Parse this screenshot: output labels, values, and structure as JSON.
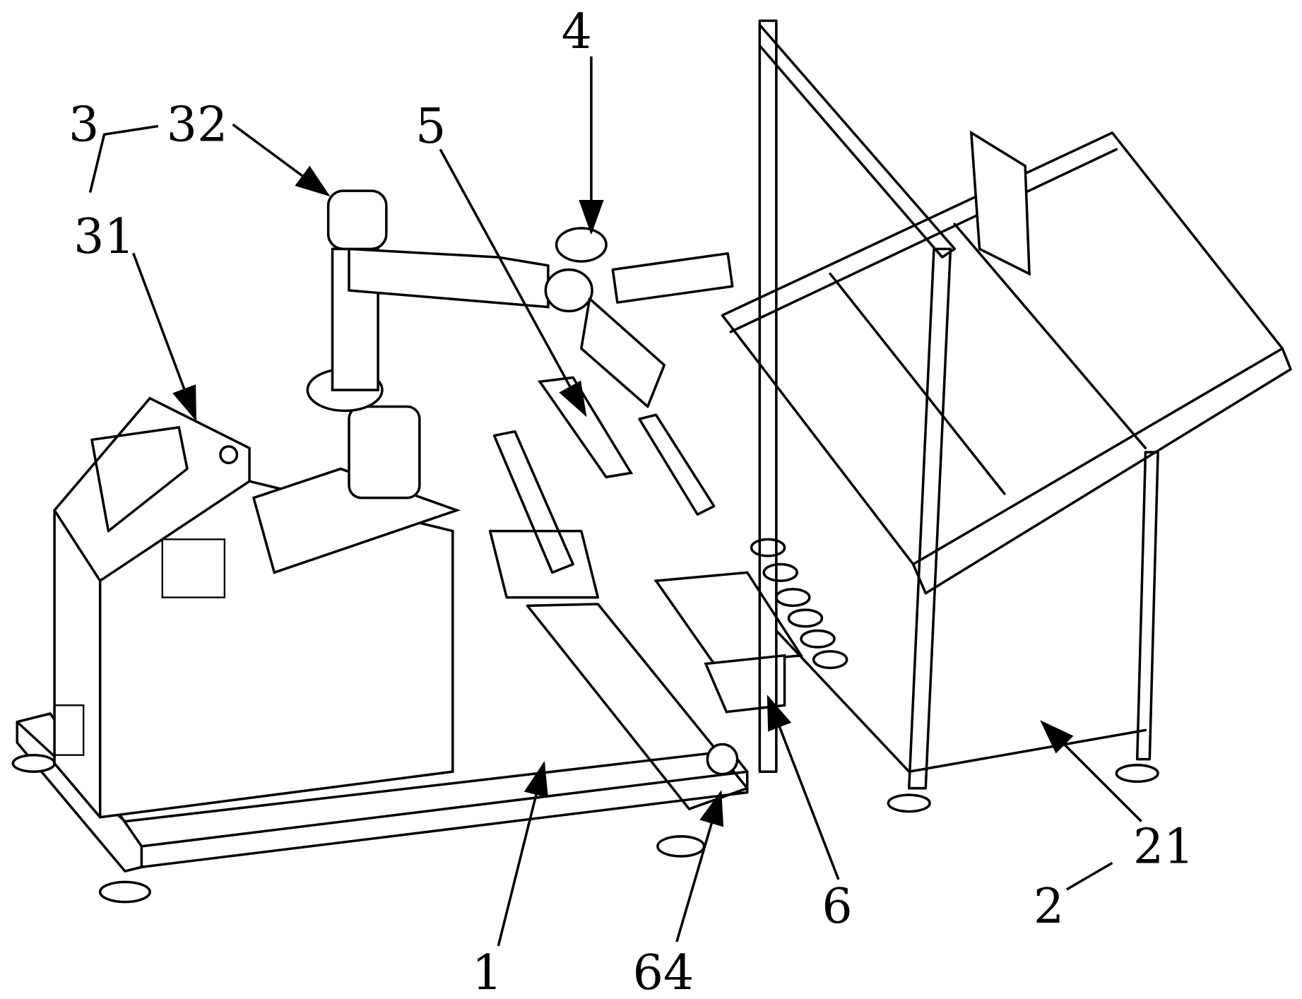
{
  "figure": {
    "labels": {
      "l3": "3",
      "l32": "32",
      "l31": "31",
      "l5": "5",
      "l4": "4",
      "l1": "1",
      "l64": "64",
      "l6": "6",
      "l21": "21",
      "l2": "2"
    },
    "colors": {
      "line": "#000000",
      "background": "#ffffff"
    }
  }
}
